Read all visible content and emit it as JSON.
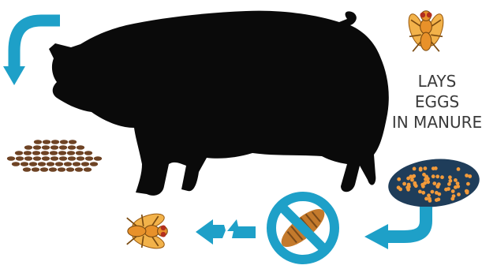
{
  "caption": {
    "lines": [
      "LAYS",
      "EGGS",
      "IN MANURE"
    ]
  },
  "colors": {
    "pig": "#0a0a0a",
    "arrow": "#1ea0c8",
    "manure": "#6e4324",
    "fly_body": "#e8912a",
    "egg": "#f29a3a",
    "egg_patch": "#1f3d5a",
    "prohibition": "#1ea0c8",
    "larva": "#c47a2c"
  },
  "icons": [
    "pig-silhouette",
    "curved-down-arrow",
    "manure-pile",
    "fly-icon",
    "egg-cluster",
    "curved-left-arrow",
    "prohibited-larva",
    "dashed-left-arrow"
  ]
}
